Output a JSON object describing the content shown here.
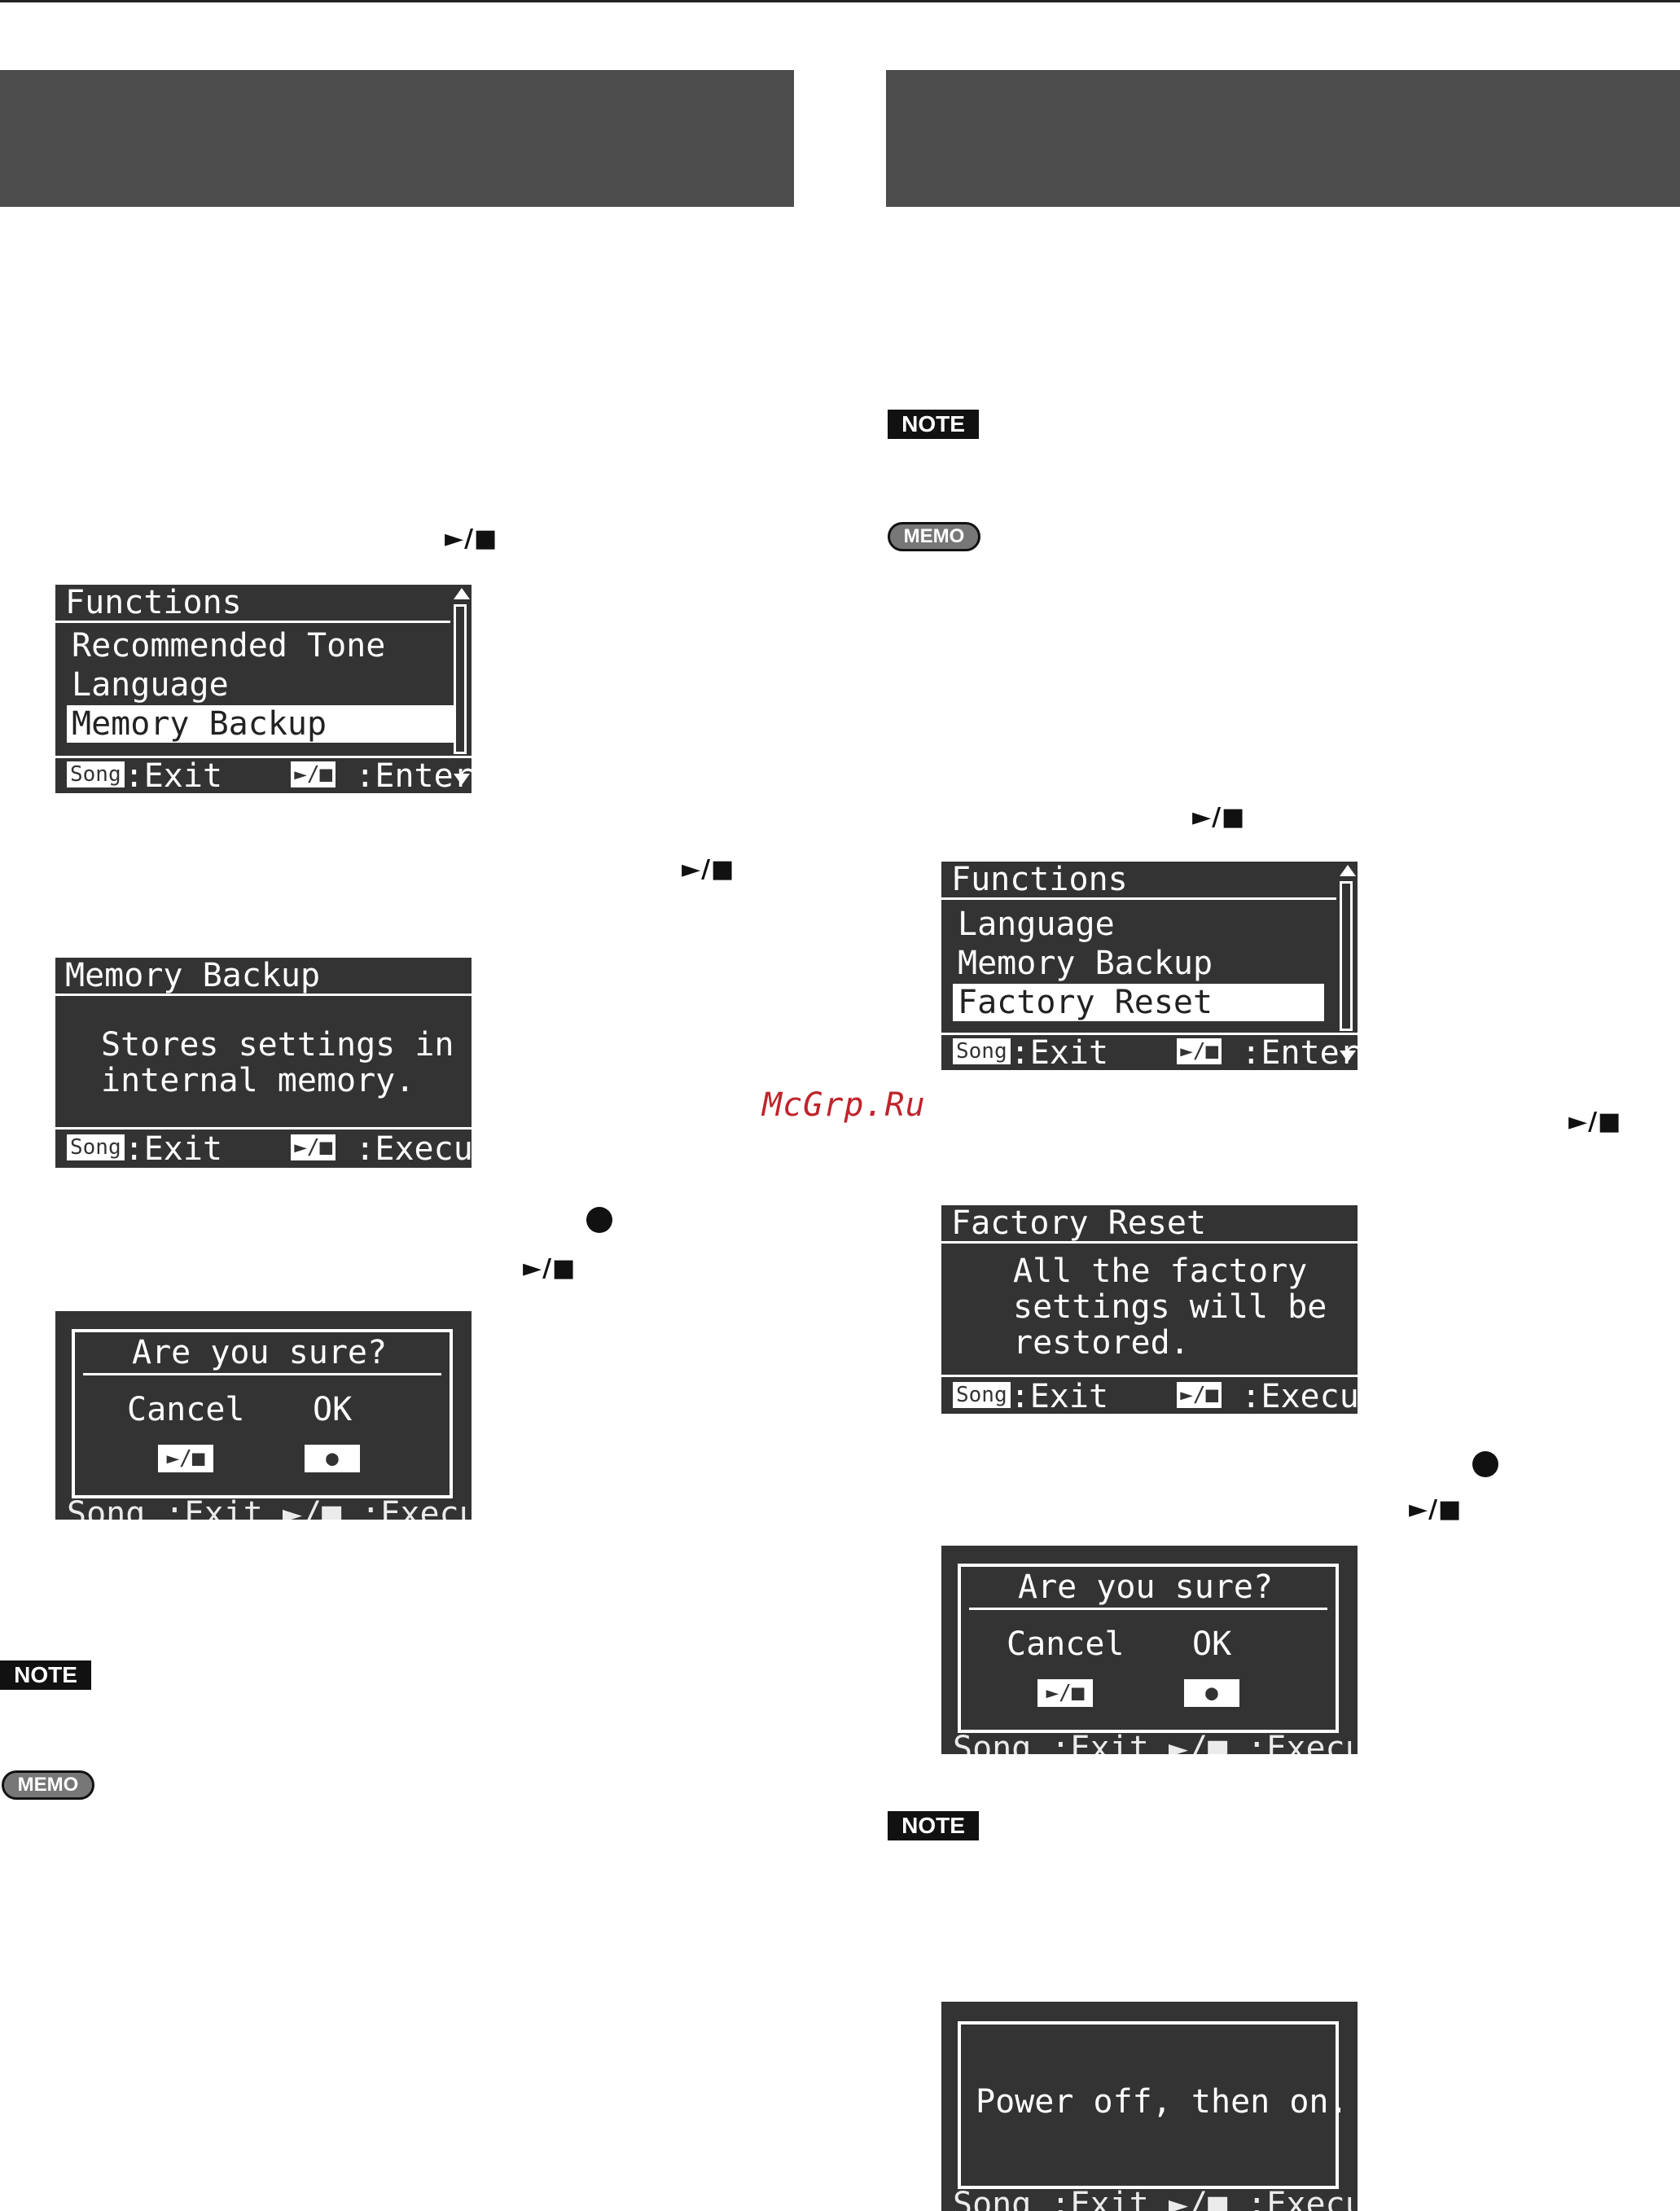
{
  "buttons": {
    "play_stop": "►/■",
    "song": "Song",
    "play_stop_small": "►/■",
    "rec_dot": "●"
  },
  "watermark": "McGrp.Ru",
  "badges": {
    "note": "NOTE",
    "memo": "MEMO"
  },
  "left": {
    "screen1": {
      "title": "Functions",
      "items": [
        "Recommended Tone",
        "Language",
        "Memory Backup"
      ],
      "footer_exit": ":Exit",
      "footer_enter": ":Enter"
    },
    "screen2": {
      "title": "Memory Backup",
      "message_line1": "Stores settings in",
      "message_line2": "internal memory.",
      "footer_exit": ":Exit",
      "footer_execute": ":Execute"
    },
    "screen3": {
      "title": "Memory Backup",
      "question": "Are you sure?",
      "cancel": "Cancel",
      "ok": "OK",
      "footer": "Song :Exit  ►/■ :Execute"
    }
  },
  "right": {
    "screen1": {
      "title": "Functions",
      "items": [
        "Language",
        "Memory Backup",
        "Factory Reset"
      ],
      "footer_exit": ":Exit",
      "footer_enter": ":Enter"
    },
    "screen2": {
      "title": "Factory Reset",
      "message_line1": "All the factory",
      "message_line2": "settings will be",
      "message_line3": "restored.",
      "footer_exit": ":Exit",
      "footer_execute": ":Execute"
    },
    "screen3": {
      "title": "Factory Reset",
      "question": "Are you sure?",
      "cancel": "Cancel",
      "ok": "OK",
      "footer": "Song :Exit  ►/■ :Execute"
    },
    "screen4": {
      "title": "Factory Reset",
      "message": "Power off, then on.",
      "footer": "Song :Exit  ►/■ :Execute"
    }
  }
}
